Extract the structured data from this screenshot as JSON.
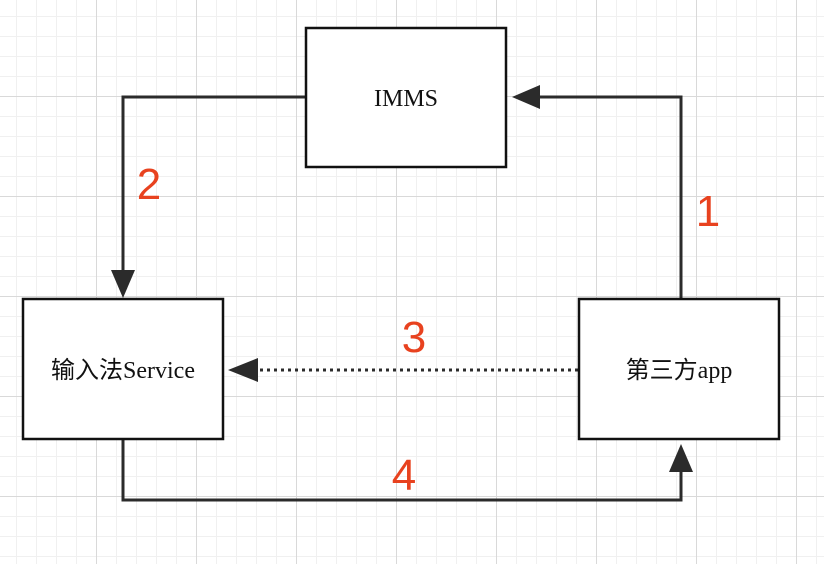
{
  "nodes": {
    "imms": {
      "label": "IMMS"
    },
    "ime_service": {
      "label": "输入法Service"
    },
    "third_party_app": {
      "label": "第三方app"
    }
  },
  "edges": {
    "step1": {
      "label": "1",
      "from": "third_party_app",
      "to": "imms",
      "style": "solid"
    },
    "step2": {
      "label": "2",
      "from": "imms",
      "to": "ime_service",
      "style": "solid"
    },
    "step3": {
      "label": "3",
      "from": "third_party_app",
      "to": "ime_service",
      "style": "dotted"
    },
    "step4": {
      "label": "4",
      "from": "ime_service",
      "to": "third_party_app",
      "style": "solid"
    }
  },
  "colors": {
    "step_label": "#e8421f",
    "line": "#2b2b2b",
    "box_border": "#111111"
  }
}
